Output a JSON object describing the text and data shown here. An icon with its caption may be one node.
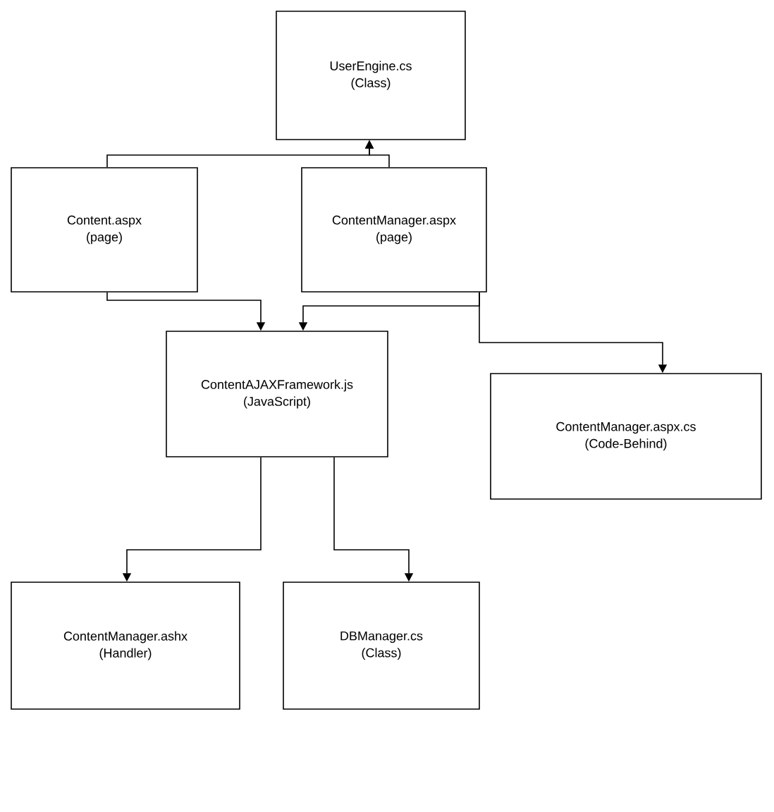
{
  "diagram": {
    "nodes": [
      {
        "text": [
          "UserEngine.cs",
          "(Class)"
        ]
      },
      {
        "text": [
          "Content.aspx",
          "(page)"
        ]
      },
      {
        "text": [
          "ContentManager.aspx",
          "(page)"
        ]
      },
      {
        "text": [
          "ContentAJAXFramework.js",
          "(JavaScript)"
        ]
      },
      {
        "text": [
          "ContentManager.aspx.cs",
          "(Code-Behind)"
        ]
      },
      {
        "text": [
          "ContentManager.ashx",
          "(Handler)"
        ]
      },
      {
        "text": [
          "DBManager.cs",
          "(Class)"
        ]
      }
    ],
    "edges": [
      {
        "from": 1,
        "to": 0,
        "arrow": "to"
      },
      {
        "from": 2,
        "to": 0,
        "arrow": "to"
      },
      {
        "from": 1,
        "to": 3,
        "arrow": "to"
      },
      {
        "from": 2,
        "to": 3,
        "arrow": "to"
      },
      {
        "from": 2,
        "to": 4,
        "arrow": "to"
      },
      {
        "from": 3,
        "to": 5,
        "arrow": "to"
      },
      {
        "from": 3,
        "to": 6,
        "arrow": "to"
      }
    ]
  }
}
